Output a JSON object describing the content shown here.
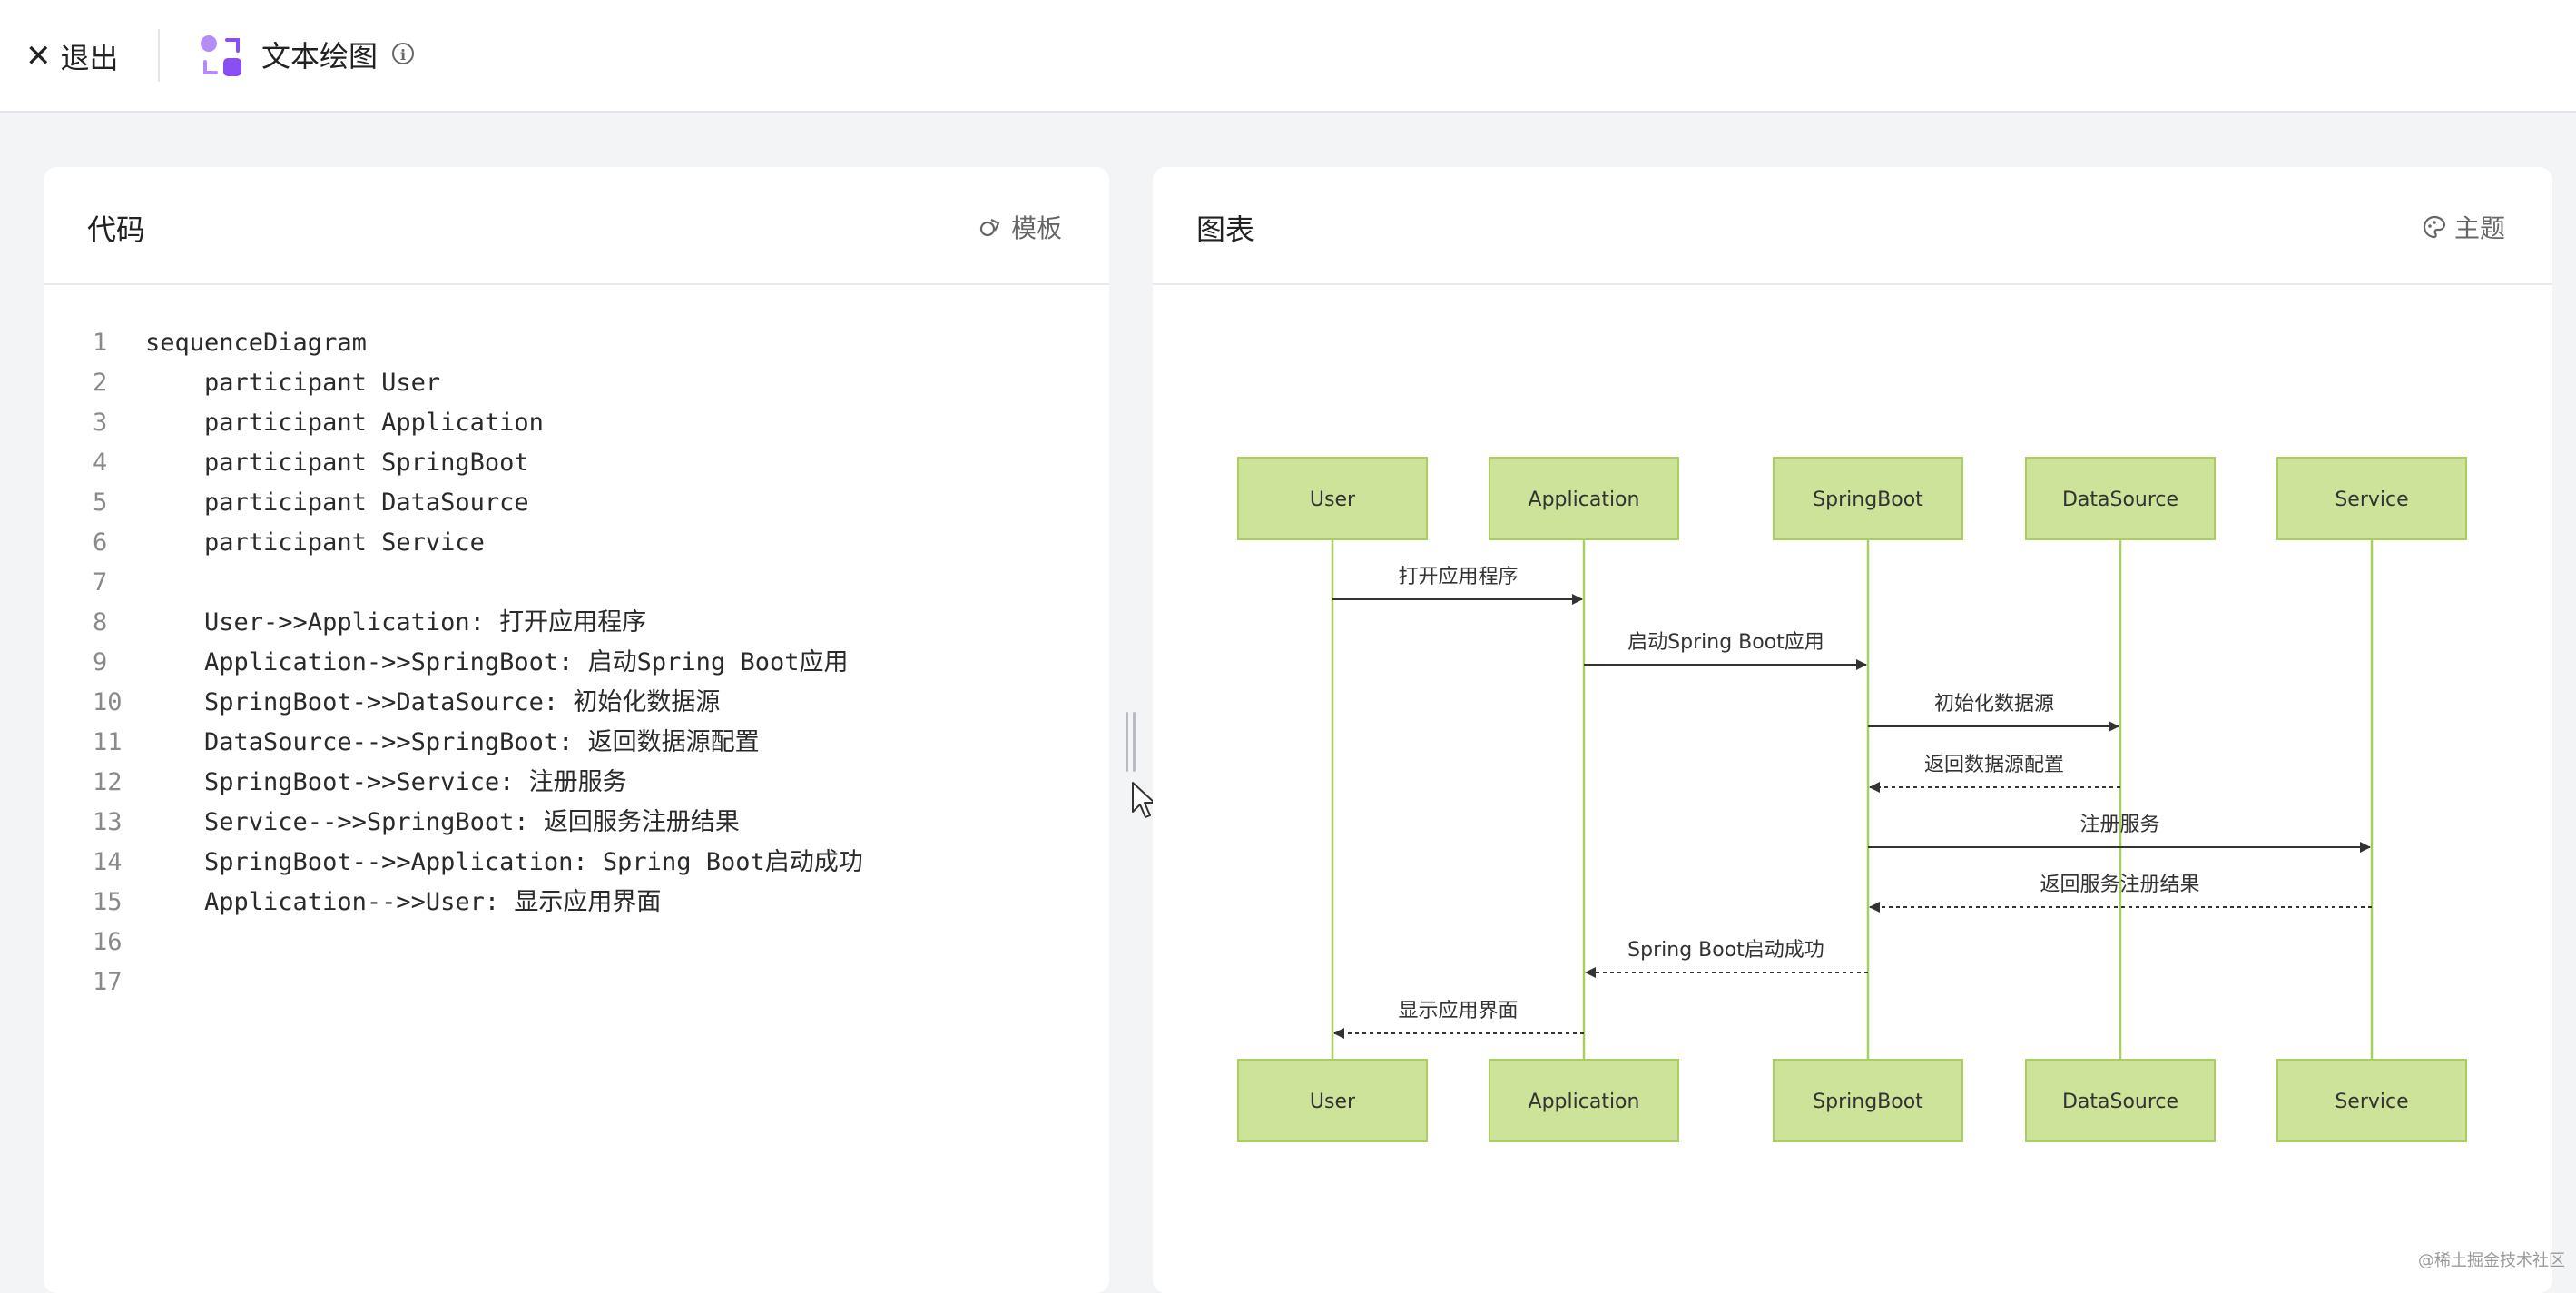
{
  "topbar": {
    "exit_label": "退出",
    "app_title": "文本绘图",
    "info_icon": "info-icon"
  },
  "code_panel": {
    "title": "代码",
    "action_label": "模板",
    "lines": [
      {
        "num": "1",
        "text": "sequenceDiagram"
      },
      {
        "num": "2",
        "text": "    participant User"
      },
      {
        "num": "3",
        "text": "    participant Application"
      },
      {
        "num": "4",
        "text": "    participant SpringBoot"
      },
      {
        "num": "5",
        "text": "    participant DataSource"
      },
      {
        "num": "6",
        "text": "    participant Service"
      },
      {
        "num": "7",
        "text": ""
      },
      {
        "num": "8",
        "text": "    User->>Application: 打开应用程序"
      },
      {
        "num": "9",
        "text": "    Application->>SpringBoot: 启动Spring Boot应用"
      },
      {
        "num": "10",
        "text": "    SpringBoot->>DataSource: 初始化数据源"
      },
      {
        "num": "11",
        "text": "    DataSource-->>SpringBoot: 返回数据源配置"
      },
      {
        "num": "12",
        "text": "    SpringBoot->>Service: 注册服务"
      },
      {
        "num": "13",
        "text": "    Service-->>SpringBoot: 返回服务注册结果"
      },
      {
        "num": "14",
        "text": "    SpringBoot-->>Application: Spring Boot启动成功"
      },
      {
        "num": "15",
        "text": "    Application-->>User: 显示应用界面"
      },
      {
        "num": "16",
        "text": ""
      },
      {
        "num": "17",
        "text": ""
      }
    ]
  },
  "chart_panel": {
    "title": "图表",
    "action_label": "主题"
  },
  "diagram": {
    "participants": [
      "User",
      "Application",
      "SpringBoot",
      "DataSource",
      "Service"
    ],
    "messages": [
      {
        "from": 0,
        "to": 1,
        "label": "打开应用程序",
        "dashed": false
      },
      {
        "from": 1,
        "to": 2,
        "label": "启动Spring Boot应用",
        "dashed": false
      },
      {
        "from": 2,
        "to": 3,
        "label": "初始化数据源",
        "dashed": false
      },
      {
        "from": 3,
        "to": 2,
        "label": "返回数据源配置",
        "dashed": true
      },
      {
        "from": 2,
        "to": 4,
        "label": "注册服务",
        "dashed": false
      },
      {
        "from": 4,
        "to": 2,
        "label": "返回服务注册结果",
        "dashed": true
      },
      {
        "from": 2,
        "to": 1,
        "label": "Spring Boot启动成功",
        "dashed": true
      },
      {
        "from": 1,
        "to": 0,
        "label": "显示应用界面",
        "dashed": true
      }
    ],
    "colors": {
      "box_fill": "#cde39a",
      "box_stroke": "#a9cf5c",
      "lifeline": "#a9cf5c",
      "arrow": "#333333"
    }
  },
  "watermark": "@稀土掘金技术社区"
}
